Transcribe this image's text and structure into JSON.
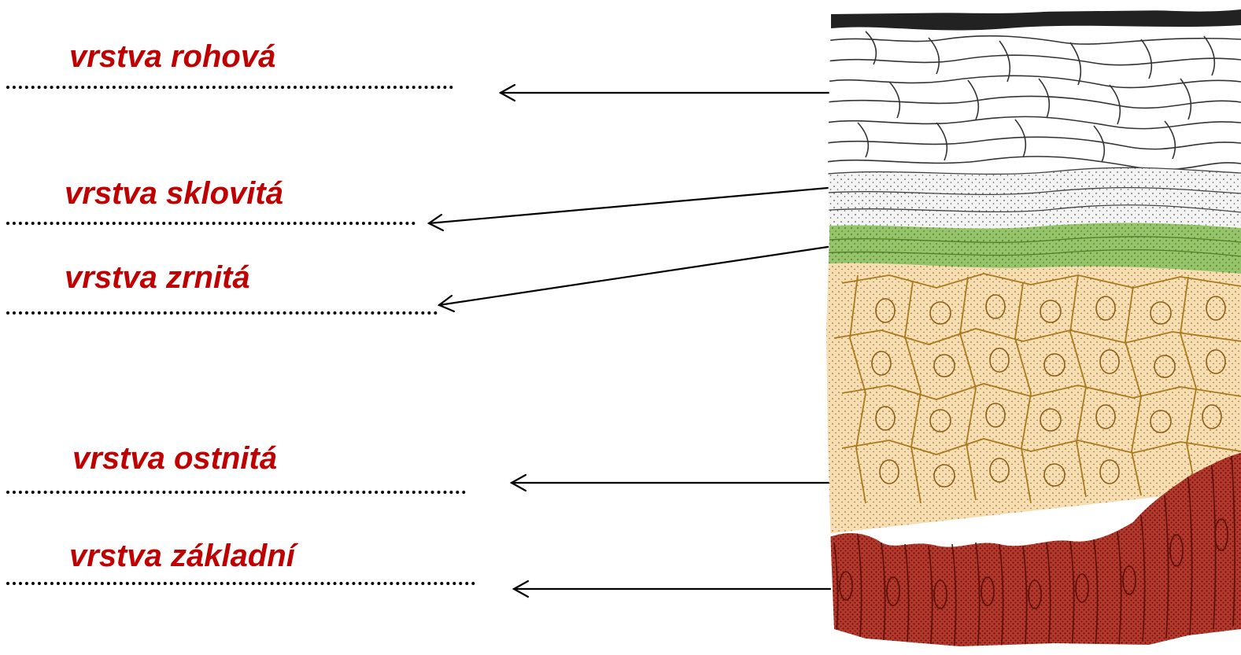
{
  "labels": [
    {
      "id": "stratum-corneum",
      "text": "vrstva rohová"
    },
    {
      "id": "stratum-lucidum",
      "text": "vrstva sklovitá"
    },
    {
      "id": "stratum-granulosum",
      "text": "vrstva zrnitá"
    },
    {
      "id": "stratum-spinosum",
      "text": "vrstva ostnitá"
    },
    {
      "id": "stratum-basale",
      "text": "vrstva základní"
    }
  ],
  "colors": {
    "label": "#c00000",
    "arrow": "#000000",
    "corneum": "#ffffff",
    "corneum_lines": "#333333",
    "lucidum": "#f2f2f2",
    "granulosum": "#8fbf63",
    "spinosum": "#f6ddb0",
    "spinosum_lines": "#b38a2a",
    "basale": "#b03a2e"
  }
}
